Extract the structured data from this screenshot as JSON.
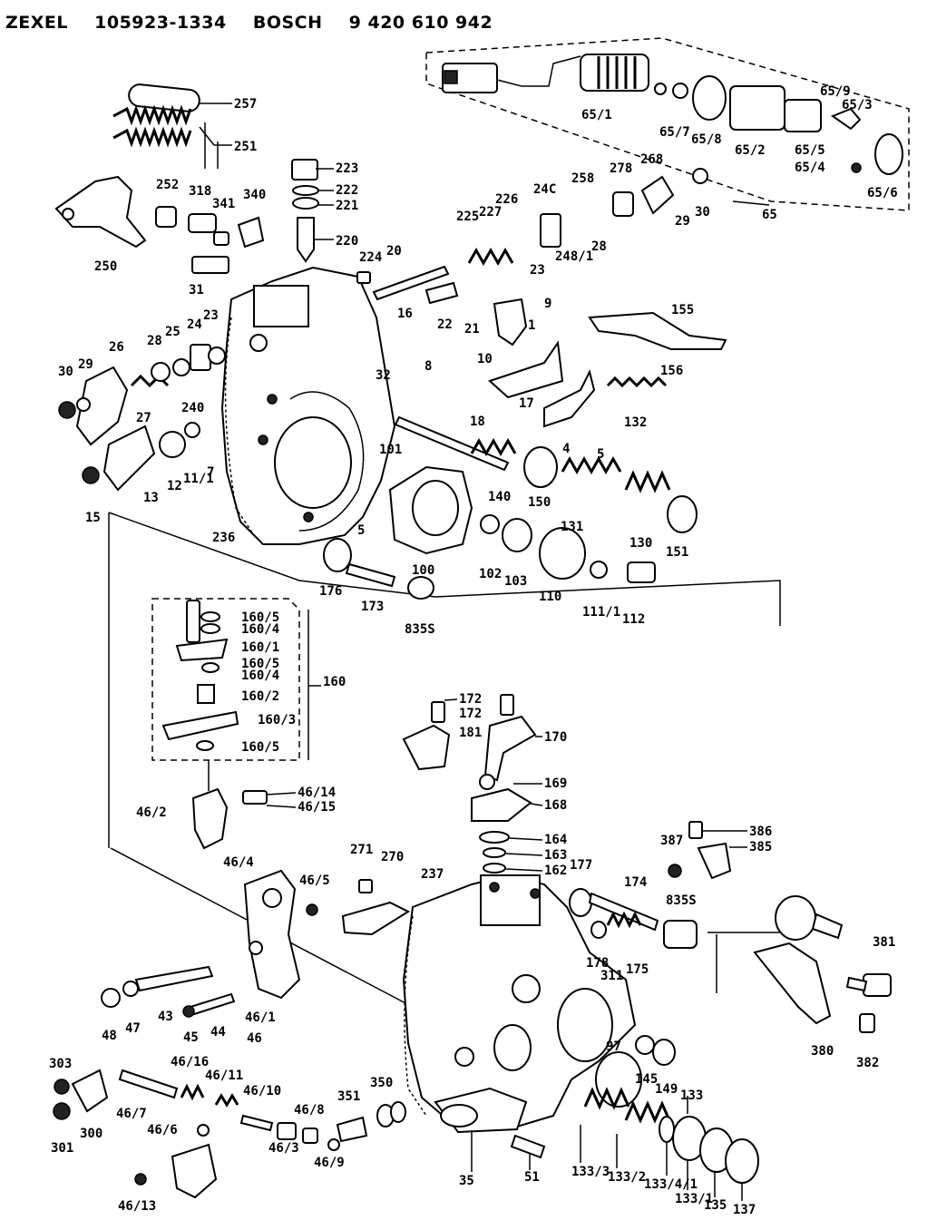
{
  "header": {
    "brand1": "ZEXEL",
    "number1": "105923-1334",
    "brand2": "BOSCH",
    "number2": "9 420 610 942"
  },
  "labels": {
    "l257": "257",
    "l251": "251",
    "l223": "223",
    "l222": "222",
    "l221": "221",
    "l220": "220",
    "l224": "224",
    "l20": "20",
    "l252": "252",
    "l318": "318",
    "l341": "341",
    "l340": "340",
    "l250": "250",
    "l31": "31",
    "l225": "225",
    "l227": "227",
    "l226": "226",
    "l24c": "24C",
    "l258": "258",
    "l278": "278",
    "l268": "268",
    "l29a": "29",
    "l30a": "30",
    "l23a": "23",
    "l2481": "248/1",
    "l28a": "28",
    "l651": "65/1",
    "l657": "65/7",
    "l658": "65/8",
    "l652": "65/2",
    "l659": "65/9",
    "l653": "65/3",
    "l655": "65/5",
    "l654": "65/4",
    "l656": "65/6",
    "l65": "65",
    "l9": "9",
    "l22": "22",
    "l21": "21",
    "l16": "16",
    "l155": "155",
    "l156": "156",
    "l23b": "23",
    "l24": "24",
    "l25": "25",
    "l28b": "28",
    "l26": "26",
    "l30b": "30",
    "l29b": "29",
    "l27": "27",
    "l240": "240",
    "l32": "32",
    "l8": "8",
    "l10": "10",
    "l1": "1",
    "l17": "17",
    "l18": "18",
    "l132": "132",
    "l4": "4",
    "l5a": "5",
    "l12": "12",
    "l111": "11/1",
    "l7": "7",
    "l13": "13",
    "l15": "15",
    "l101": "101",
    "l140": "140",
    "l150": "150",
    "l131": "131",
    "l130": "130",
    "l151": "151",
    "l236": "236",
    "l5b": "5",
    "l100": "100",
    "l102": "102",
    "l103": "103",
    "l110": "110",
    "l1111": "111/1",
    "l112": "112",
    "l176": "176",
    "l173": "173",
    "l835a": "835S",
    "l1605a": "160/5",
    "l1604a": "160/4",
    "l1601": "160/1",
    "l1605b": "160/5",
    "l1604b": "160/4",
    "l160": "160",
    "l1602": "160/2",
    "l1603": "160/3",
    "l1605c": "160/5",
    "l172a": "172",
    "l172b": "172",
    "l181": "181",
    "l170": "170",
    "l169": "169",
    "l168": "168",
    "l4614": "46/14",
    "l4615": "46/15",
    "l462": "46/2",
    "l464": "46/4",
    "l164": "164",
    "l163": "163",
    "l162": "162",
    "l386": "386",
    "l387": "387",
    "l385": "385",
    "l271": "271",
    "l270": "270",
    "l237": "237",
    "l177": "177",
    "l174": "174",
    "l835b": "835S",
    "l465": "46/5",
    "l381": "381",
    "l178": "178",
    "l311": "311",
    "l175": "175",
    "l48": "48",
    "l47": "47",
    "l43": "43",
    "l45": "45",
    "l44": "44",
    "l461": "46/1",
    "l46": "46",
    "l380": "380",
    "l382": "382",
    "l97": "97",
    "l145": "145",
    "l149": "149",
    "l303": "303",
    "l4616": "46/16",
    "l4611": "46/11",
    "l4610": "46/10",
    "l300": "300",
    "l467": "46/7",
    "l301": "301",
    "l466": "46/6",
    "l468": "46/8",
    "l351": "351",
    "l350": "350",
    "l133": "133",
    "l463": "46/3",
    "l469": "46/9",
    "l4613": "46/13",
    "l35": "35",
    "l51": "51",
    "l1333": "133/3",
    "l1332": "133/2",
    "l13341": "133/4/1",
    "l1331": "133/1",
    "l135": "135",
    "l137": "137"
  }
}
